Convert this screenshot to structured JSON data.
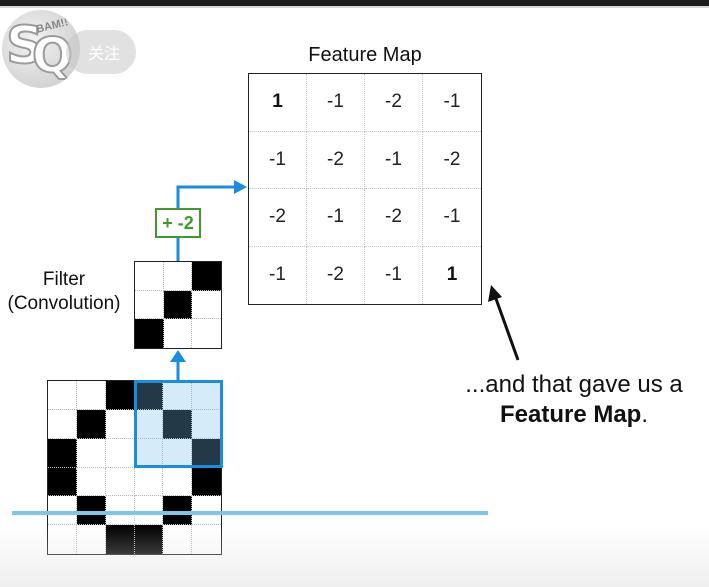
{
  "channel": {
    "logo_s": "S",
    "logo_q": "Q",
    "logo_bam": "BAM!!",
    "follow_label": "关注"
  },
  "feature_map": {
    "title": "Feature Map",
    "rows": [
      [
        "1",
        "-1",
        "-2",
        "-1"
      ],
      [
        "-1",
        "-2",
        "-1",
        "-2"
      ],
      [
        "-2",
        "-1",
        "-2",
        "-1"
      ],
      [
        "-1",
        "-2",
        "-1",
        "1"
      ]
    ]
  },
  "filter": {
    "label_line1": "Filter",
    "label_line2": "(Convolution)",
    "cells": [
      [
        0,
        0,
        1
      ],
      [
        0,
        1,
        0
      ],
      [
        1,
        0,
        0
      ]
    ]
  },
  "bias": {
    "label": "+ -2"
  },
  "input_image": {
    "cells": [
      [
        0,
        0,
        1,
        1,
        0,
        0
      ],
      [
        0,
        1,
        0,
        0,
        1,
        0
      ],
      [
        1,
        0,
        0,
        0,
        0,
        1
      ],
      [
        1,
        0,
        0,
        0,
        0,
        1
      ],
      [
        0,
        1,
        0,
        0,
        1,
        0
      ],
      [
        0,
        0,
        1,
        1,
        0,
        0
      ]
    ]
  },
  "caption": {
    "line1": "...and that gave us a",
    "line2_bold": "Feature Map",
    "line2_tail": "."
  },
  "colors": {
    "window_border": "#1a8de0",
    "arrow": "#1a8de0",
    "bias": "#3f9a2e",
    "progress": "#7cc6ee"
  }
}
